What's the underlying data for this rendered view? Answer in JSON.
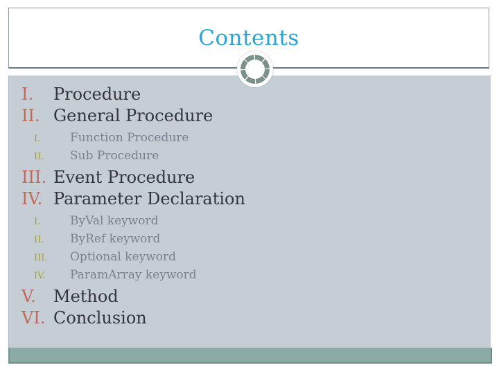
{
  "slide": {
    "title": "Contents",
    "colors": {
      "title_text": "#29a3d6",
      "content_background": "#c5ced5",
      "main_numeral": "#c1695c",
      "main_text": "#333638",
      "sub_numeral": "#aa9d33",
      "sub_text": "#79818e",
      "ring_ornament": "#7c918c",
      "footer_bar": "#8caaa6"
    },
    "toc": {
      "items": [
        {
          "numeral": "I.",
          "label": "Procedure",
          "level": 1
        },
        {
          "numeral": "II.",
          "label": "General Procedure",
          "level": 1
        },
        {
          "numeral": "I.",
          "label": "Function Procedure",
          "level": 2
        },
        {
          "numeral": "II.",
          "label": "Sub Procedure",
          "level": 2
        },
        {
          "numeral": "III.",
          "label": "Event Procedure",
          "level": 1
        },
        {
          "numeral": "IV.",
          "label": "Parameter Declaration",
          "level": 1
        },
        {
          "numeral": "I.",
          "label": "ByVal keyword",
          "level": 2
        },
        {
          "numeral": "II.",
          "label": "ByRef keyword",
          "level": 2
        },
        {
          "numeral": "III.",
          "label": "Optional keyword",
          "level": 2
        },
        {
          "numeral": "IV.",
          "label": "ParamArray keyword",
          "level": 2
        },
        {
          "numeral": "V.",
          "label": "Method",
          "level": 1
        },
        {
          "numeral": "VI.",
          "label": "Conclusion",
          "level": 1
        }
      ]
    }
  }
}
